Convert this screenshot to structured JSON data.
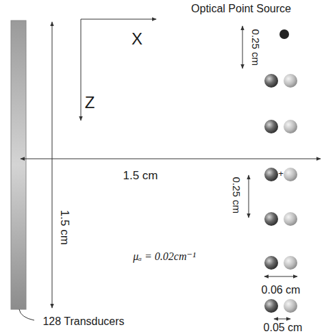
{
  "diagram": {
    "labels": [
      "Optical Point Source",
      "0.25 cm",
      "X",
      "Z",
      "1.5 cm",
      "1.5 cm",
      "0.25 cm",
      "+",
      "μₐ = 0.02cm⁻¹",
      "0.06 cm",
      "0.05 cm",
      "128 Transducers"
    ]
  }
}
